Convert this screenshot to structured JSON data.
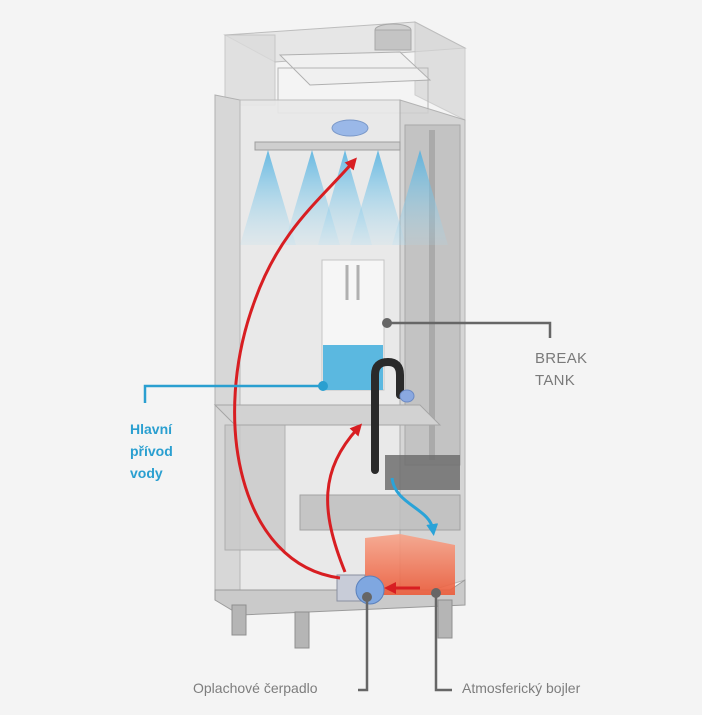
{
  "diagram": {
    "subject": "Dishwasher with break tank and atmospheric boiler — water flow",
    "labels": {
      "break_tank": [
        "BREAK",
        "TANK"
      ],
      "main_water_supply": [
        "Hlavní",
        "přívod",
        "vody"
      ],
      "rinse_pump": "Oplachové čerpadlo",
      "atmospheric_boiler": "Atmosferický bojler"
    },
    "colors": {
      "hot_water_flow": "#d81e22",
      "cold_water_flow": "#2aa3d8",
      "callout_gray": "#666666",
      "callout_blue": "#2a9fd0",
      "boiler_fill": "#f06a4a",
      "tank_water": "#5bb8e0",
      "spray": "#7ec8ea"
    }
  }
}
